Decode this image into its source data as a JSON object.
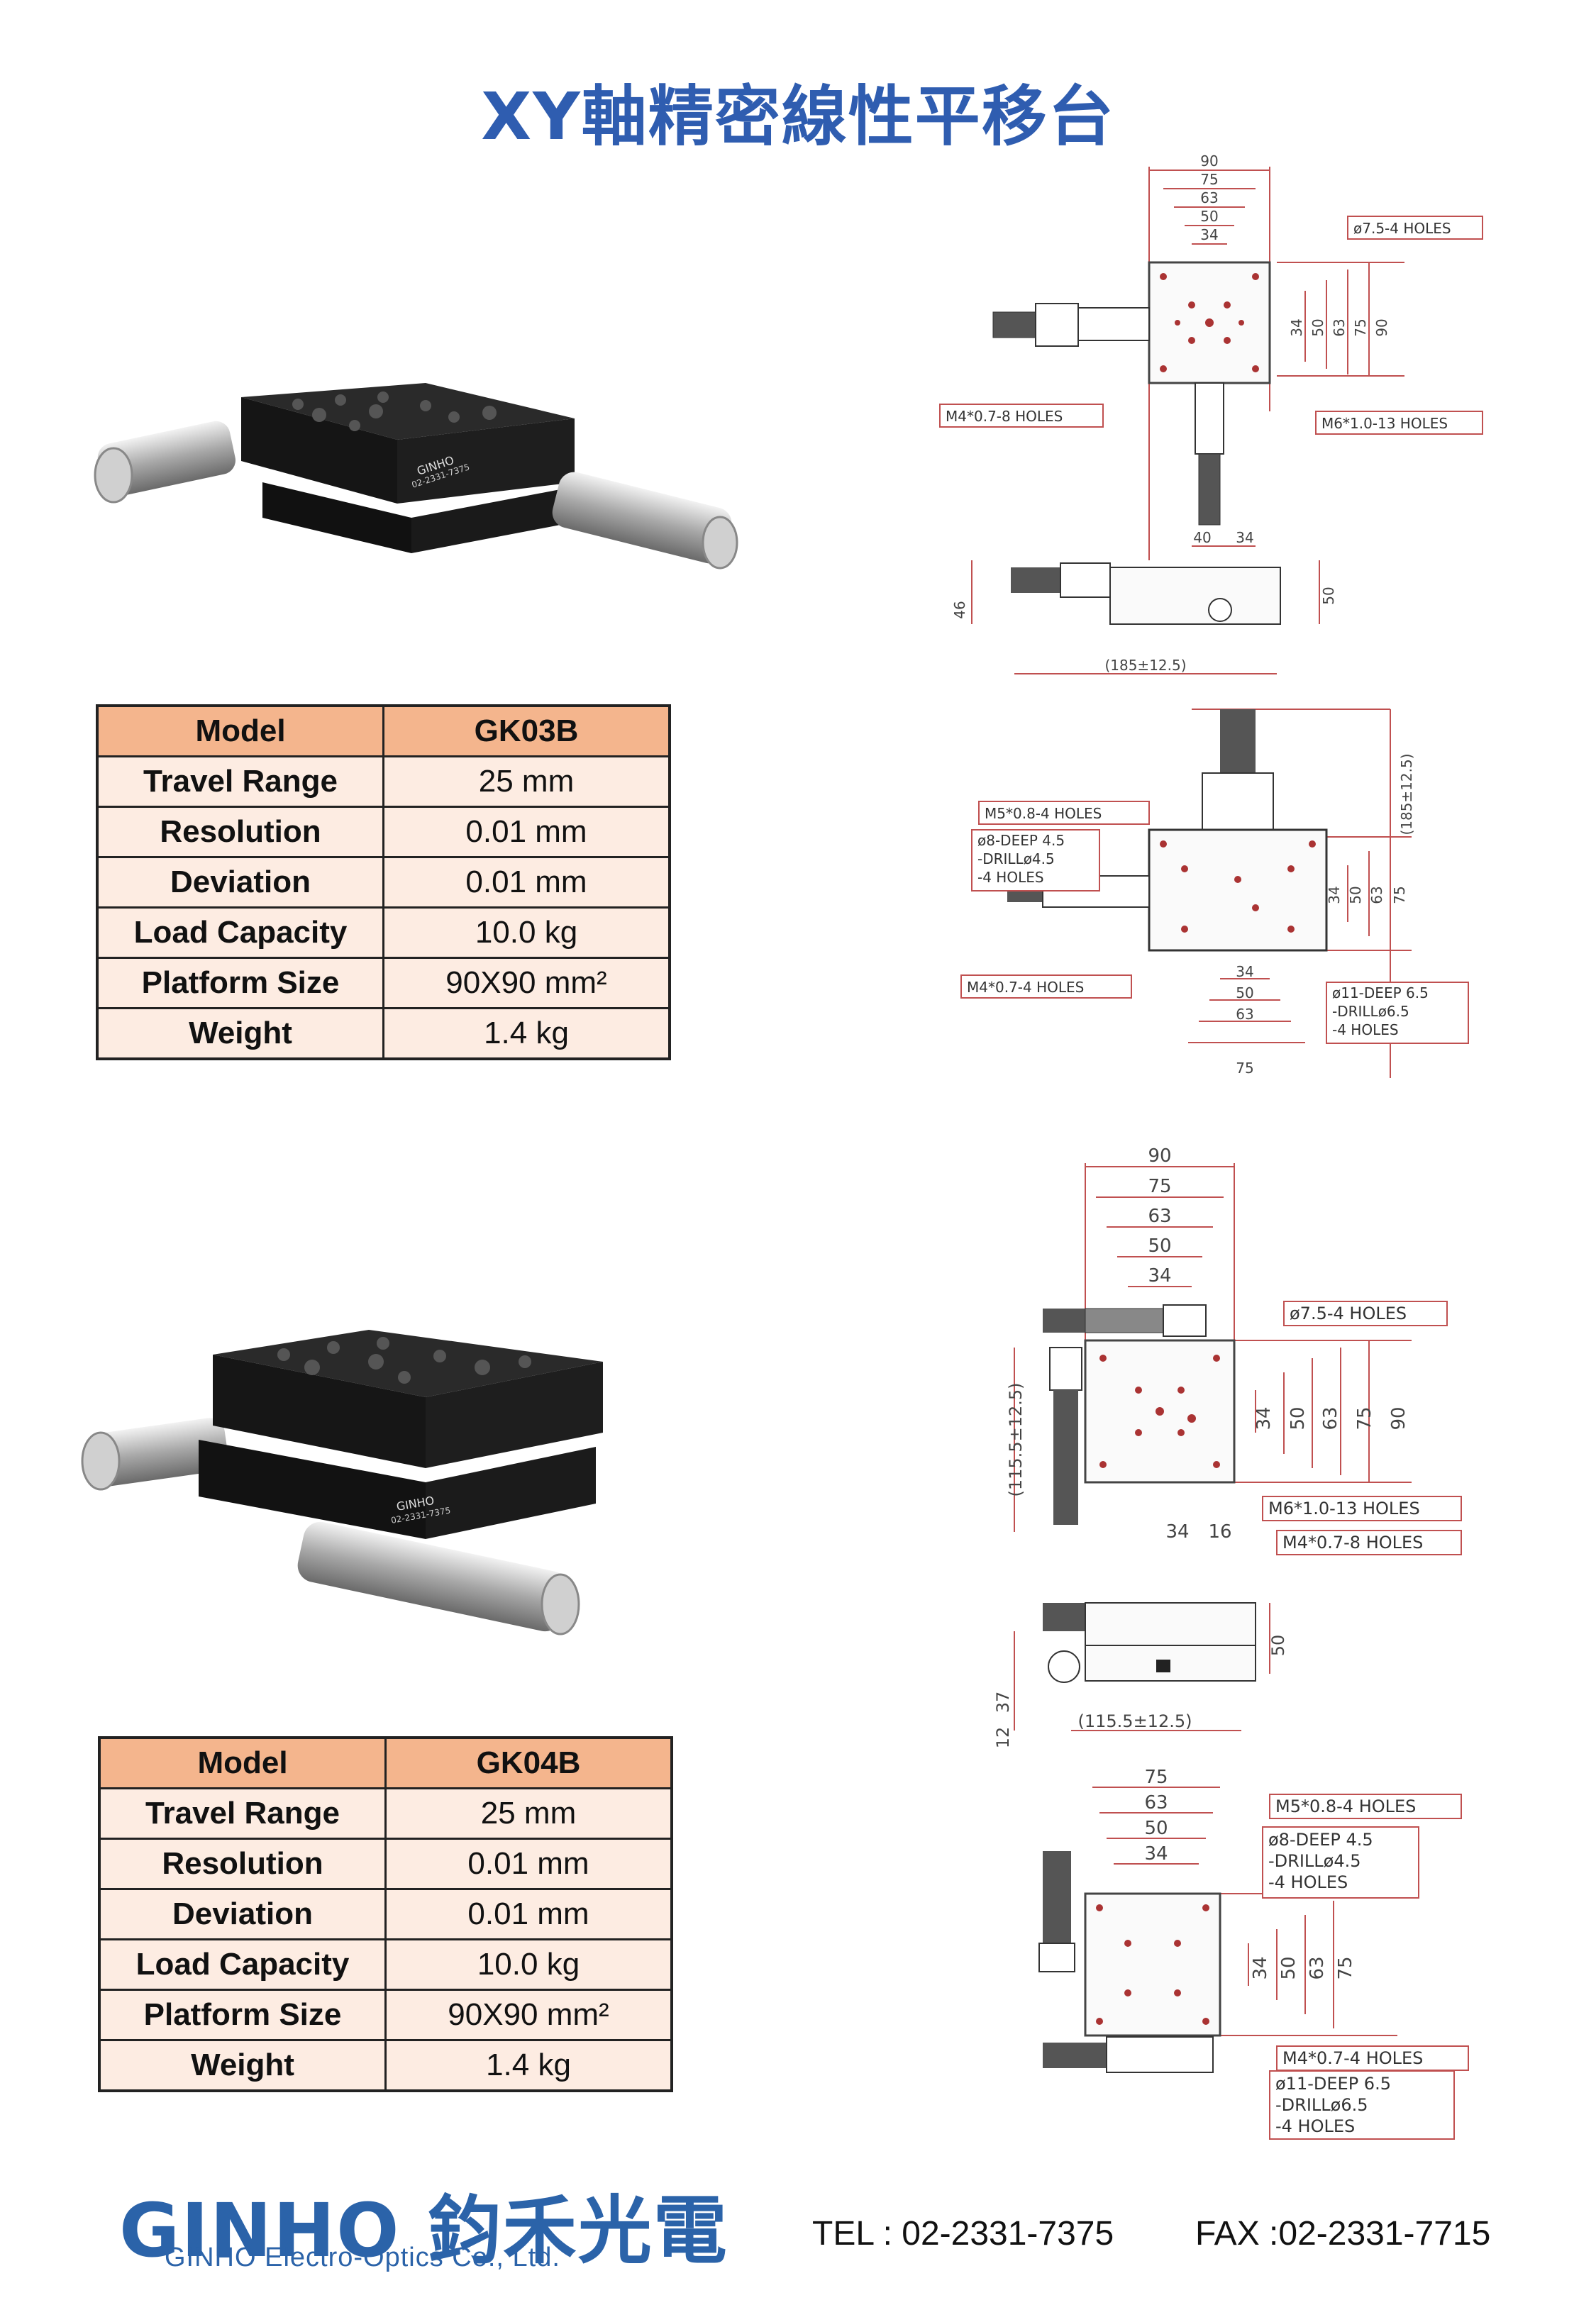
{
  "page": {
    "title": "XY軸精密線性平移台"
  },
  "products": [
    {
      "specs": [
        {
          "label": "Model",
          "value": "GK03B"
        },
        {
          "label": "Travel Range",
          "value": "25 mm"
        },
        {
          "label": "Resolution",
          "value": "0.01 mm"
        },
        {
          "label": "Deviation",
          "value": "0.01 mm"
        },
        {
          "label": "Load Capacity",
          "value": "10.0 kg"
        },
        {
          "label": "Platform Size",
          "value": "90X90 mm²"
        },
        {
          "label": "Weight",
          "value": "1.4 kg"
        }
      ],
      "photo_brand": "GINHO",
      "photo_phone": "02-2331-7375",
      "drawing_top": {
        "dims_h": [
          "90",
          "75",
          "63",
          "50",
          "34"
        ],
        "dims_v": [
          "34",
          "50",
          "63",
          "75",
          "90"
        ],
        "bottom_dims": [
          "40",
          "34"
        ],
        "callouts": [
          "ø7.5-4 HOLES",
          "M4*0.7-8 HOLES",
          "M6*1.0-13 HOLES"
        ]
      },
      "drawing_side": {
        "width": "(185±12.5)",
        "left_h": "46",
        "right_h": "50"
      },
      "drawing_bottom": {
        "callouts": [
          "M5*0.8-4 HOLES",
          "ø8-DEEP 4.5",
          "-DRILLø4.5",
          "-4 HOLES",
          "M4*0.7-4 HOLES",
          "ø11-DEEP 6.5",
          "-DRILLø6.5",
          "-4 HOLES"
        ],
        "dims_v": [
          "34",
          "50",
          "63",
          "75"
        ],
        "dims_h": [
          "34",
          "50",
          "63",
          "75"
        ],
        "height": "(185±12.5)"
      }
    },
    {
      "specs": [
        {
          "label": "Model",
          "value": "GK04B"
        },
        {
          "label": "Travel Range",
          "value": "25 mm"
        },
        {
          "label": "Resolution",
          "value": "0.01 mm"
        },
        {
          "label": "Deviation",
          "value": "0.01 mm"
        },
        {
          "label": "Load Capacity",
          "value": "10.0 kg"
        },
        {
          "label": "Platform Size",
          "value": "90X90 mm²"
        },
        {
          "label": "Weight",
          "value": "1.4 kg"
        }
      ],
      "photo_brand": "GINHO",
      "photo_phone": "02-2331-7375",
      "drawing_top": {
        "dims_h": [
          "90",
          "75",
          "63",
          "50",
          "34"
        ],
        "dims_v": [
          "34",
          "50",
          "63",
          "75",
          "90"
        ],
        "bottom_dims": [
          "34",
          "16"
        ],
        "height": "(115.5±12.5)",
        "callouts": [
          "ø7.5-4 HOLES",
          "M6*1.0-13 HOLES",
          "M4*0.7-8 HOLES"
        ]
      },
      "drawing_side": {
        "width": "(115.5±12.5)",
        "left_h": "37",
        "left_low": "12",
        "right_h": "50"
      },
      "drawing_bottom": {
        "dims_h": [
          "75",
          "63",
          "50",
          "34"
        ],
        "dims_v": [
          "34",
          "50",
          "63",
          "75"
        ],
        "callouts": [
          "M5*0.8-4 HOLES",
          "ø8-DEEP 4.5",
          "-DRILLø4.5",
          "-4 HOLES",
          "M4*0.7-4 HOLES",
          "ø11-DEEP 6.5",
          "-DRILLø6.5",
          "-4 HOLES"
        ]
      }
    }
  ],
  "footer": {
    "logo_latin": "GINHO",
    "logo_cjk": "鈞禾光電",
    "company": "GINHO Electro-Optics Co., Ltd.",
    "tel": "TEL : 02-2331-7375",
    "fax": "FAX :02-2331-7715"
  },
  "colors": {
    "title": "#2f5db0",
    "table_head": "#f4b58d",
    "table_body": "#fdece2",
    "dim_line": "#c05050",
    "logo": "#2b63a9"
  }
}
